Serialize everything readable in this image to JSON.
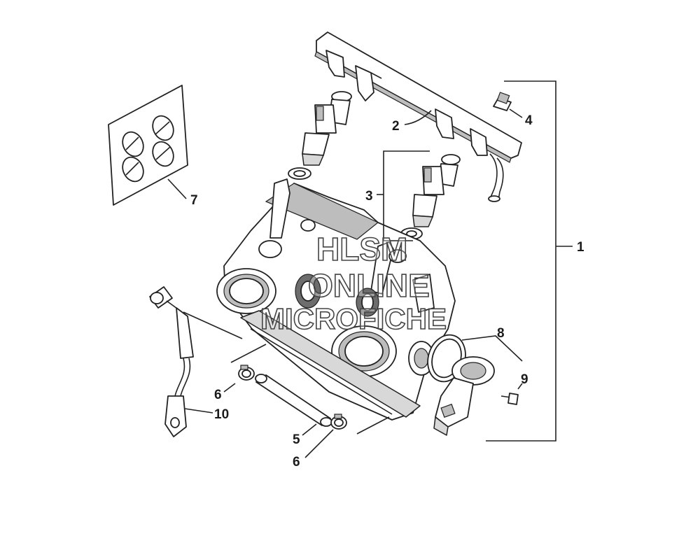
{
  "callouts": {
    "c1": "1",
    "c2": "2",
    "c3": "3",
    "c4": "4",
    "c5": "5",
    "c6a": "6",
    "c6b": "6",
    "c7": "7",
    "c8": "8",
    "c9": "9",
    "c10": "10"
  },
  "watermark": {
    "line1": "HLSM",
    "line2": "ONLINE",
    "line3": "MICROFICHE"
  },
  "colors": {
    "line": "#222222",
    "fill": "#ffffff",
    "shade": "#bdbdbd"
  }
}
